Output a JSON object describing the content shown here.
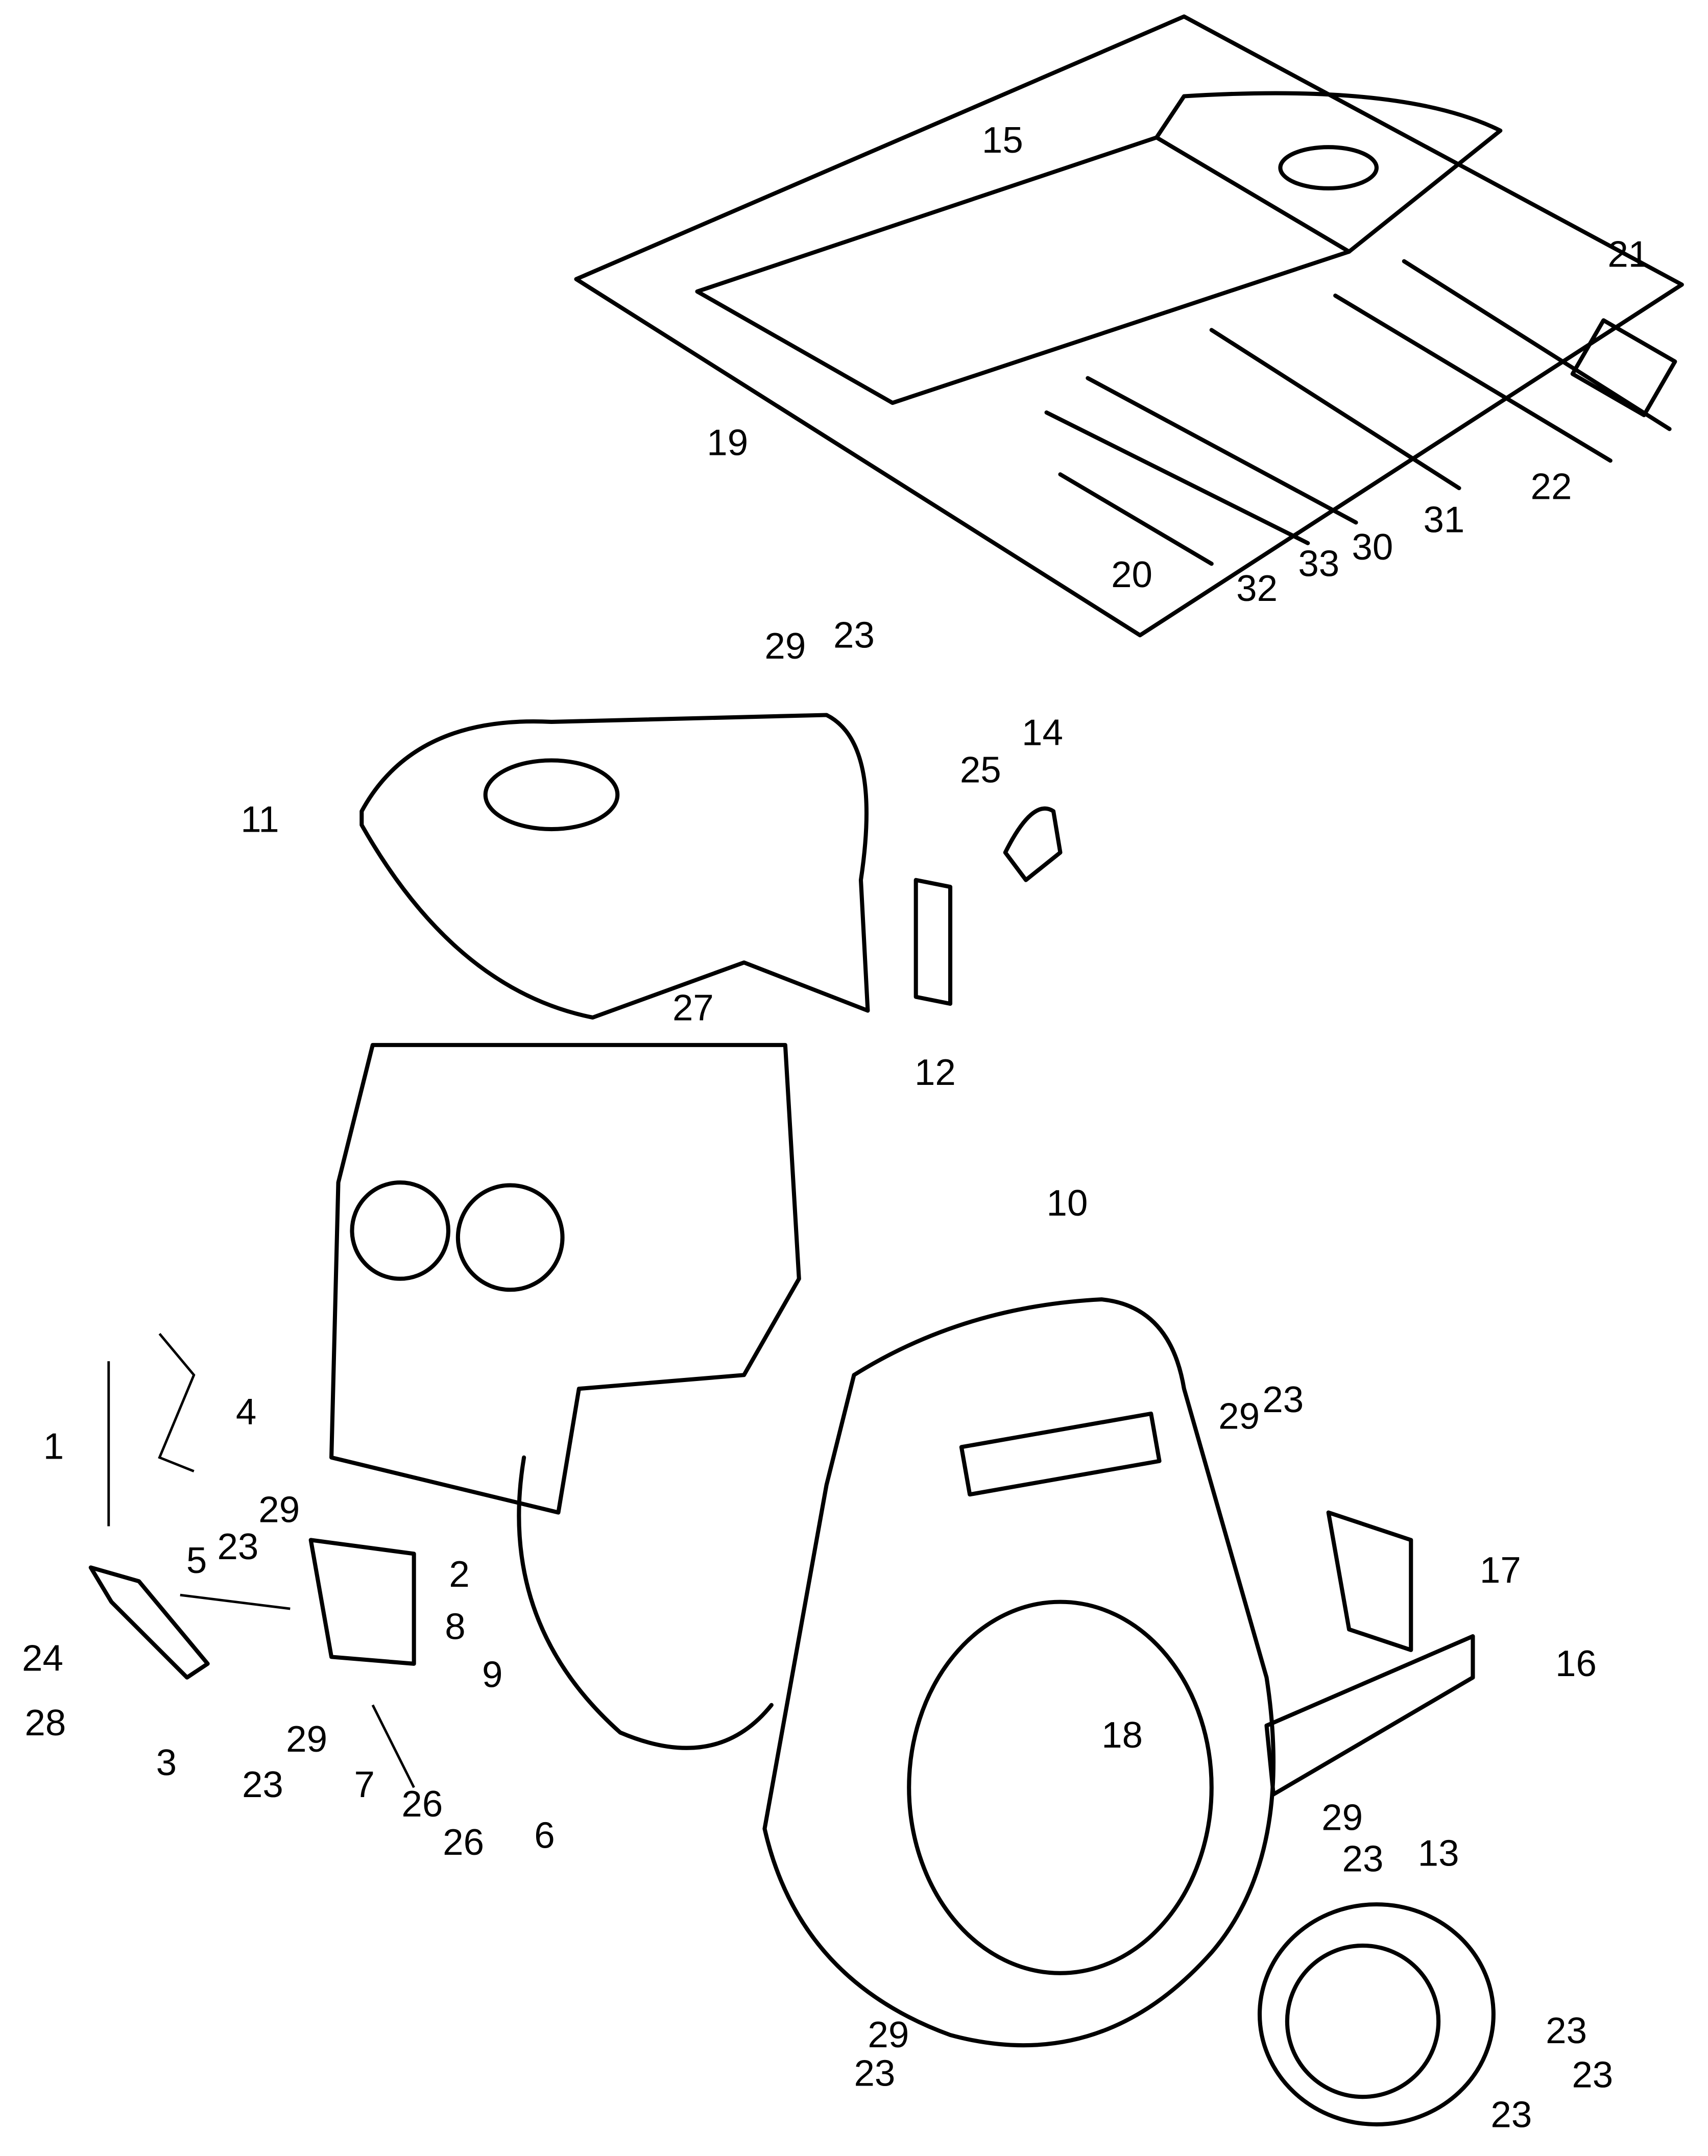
{
  "diagram": {
    "callouts": [
      "15",
      "21",
      "19",
      "22",
      "31",
      "30",
      "33",
      "32",
      "20",
      "29",
      "23",
      "14",
      "25",
      "11",
      "27",
      "12",
      "10",
      "4",
      "1",
      "29",
      "23",
      "29",
      "23",
      "5",
      "2",
      "17",
      "8",
      "16",
      "24",
      "9",
      "29",
      "28",
      "3",
      "18",
      "23",
      "7",
      "26",
      "26",
      "6",
      "29",
      "13",
      "23",
      "29",
      "23",
      "23",
      "23",
      "23"
    ]
  }
}
